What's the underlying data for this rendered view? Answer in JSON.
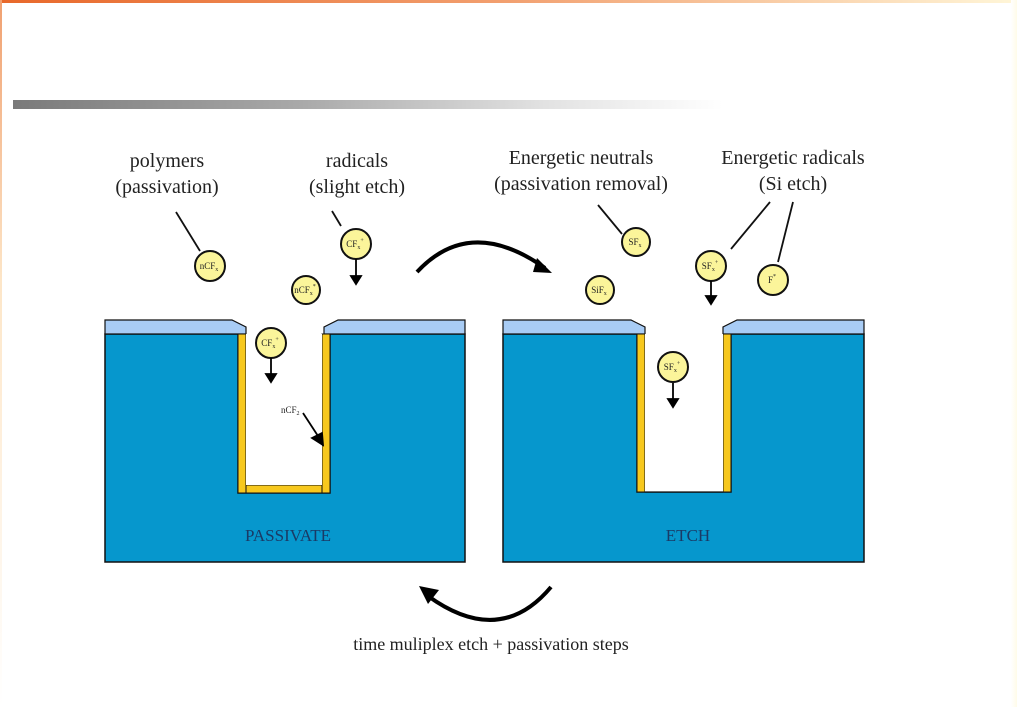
{
  "slide": {
    "labels": {
      "polymers_line1": "polymers",
      "polymers_line2": "(passivation)",
      "radicals_line1": "radicals",
      "radicals_line2": "(slight etch)",
      "neutrals_line1": "Energetic neutrals",
      "neutrals_line2": "(passivation removal)",
      "eradicals_line1": "Energetic radicals",
      "eradicals_line2": "(Si etch)"
    },
    "molecules": {
      "ncfx": {
        "base": "nCF",
        "sub": "x",
        "sup": ""
      },
      "cfx_plus_top": {
        "base": "CF",
        "sub": "x",
        "sup": "+"
      },
      "ncfx_star": {
        "base": "nCF",
        "sub": "x",
        "sup": "*"
      },
      "cfx_plus_trench": {
        "base": "CF",
        "sub": "x",
        "sup": "+"
      },
      "sfx": {
        "base": "SF",
        "sub": "x",
        "sup": ""
      },
      "sifx": {
        "base": "SiF",
        "sub": "x",
        "sup": ""
      },
      "sfx_plus_top": {
        "base": "SF",
        "sub": "x",
        "sup": "+"
      },
      "f_star": {
        "base": "F",
        "sub": "",
        "sup": "*"
      },
      "sfx_plus_trench": {
        "base": "SF",
        "sub": "x",
        "sup": "+"
      }
    },
    "ncf2_label": {
      "base": "nCF",
      "sub": "2"
    },
    "steps": {
      "passivate": "PASSIVATE",
      "etch": "ETCH"
    },
    "caption": "time muliplex etch + passivation steps",
    "colors": {
      "substrate": "#0697cd",
      "mask": "#a8ccf5",
      "passivation": "#f7c81e",
      "molecule_fill": "#fbf59a",
      "step_text": "#1a3a66"
    }
  }
}
